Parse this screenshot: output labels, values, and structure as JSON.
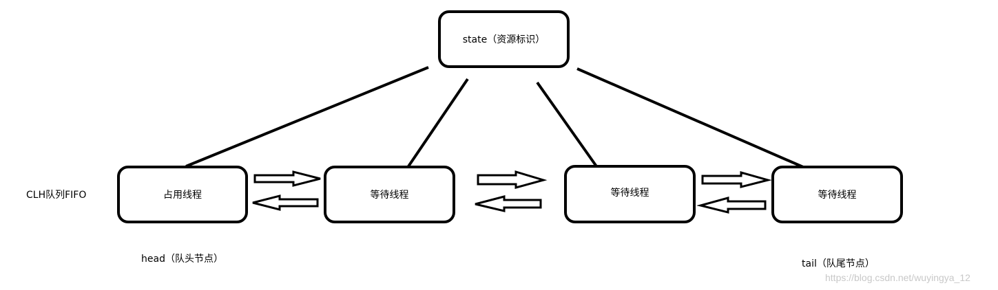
{
  "state_box": {
    "label": "state（资源标识）"
  },
  "queue_label": "CLH队列FIFO",
  "nodes": [
    {
      "label": "占用线程"
    },
    {
      "label": "等待线程"
    },
    {
      "label": "等待线程"
    },
    {
      "label": "等待线程"
    }
  ],
  "head_label": "head（队头节点）",
  "tail_label": "tail（队尾节点）",
  "watermark": "https://blog.csdn.net/wuyingya_12"
}
